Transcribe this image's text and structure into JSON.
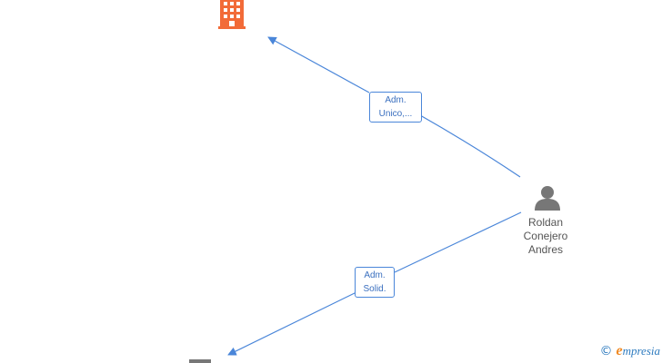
{
  "nodes": {
    "company_top": {
      "icon": "building-icon",
      "color": "#f26b38"
    },
    "company_bottom": {
      "icon": "building-icon",
      "color": "#777777"
    },
    "person": {
      "icon": "person-icon",
      "color": "#777777",
      "name_lines": [
        "Roldan",
        "Conejero",
        "Andres"
      ]
    }
  },
  "edges": [
    {
      "id": "edge-to-top-company",
      "label_lines": [
        "Adm.",
        "Unico,..."
      ]
    },
    {
      "id": "edge-to-bottom-company",
      "label_lines": [
        "Adm.",
        "Solid."
      ]
    }
  ],
  "colors": {
    "edge": "#4a86d9",
    "label_text": "#3a6fbf",
    "brand_blue": "#2e7bbf",
    "brand_orange": "#f08a24"
  },
  "brand": {
    "copyright_symbol": "©",
    "first_letter": "e",
    "rest": "mpresia"
  }
}
